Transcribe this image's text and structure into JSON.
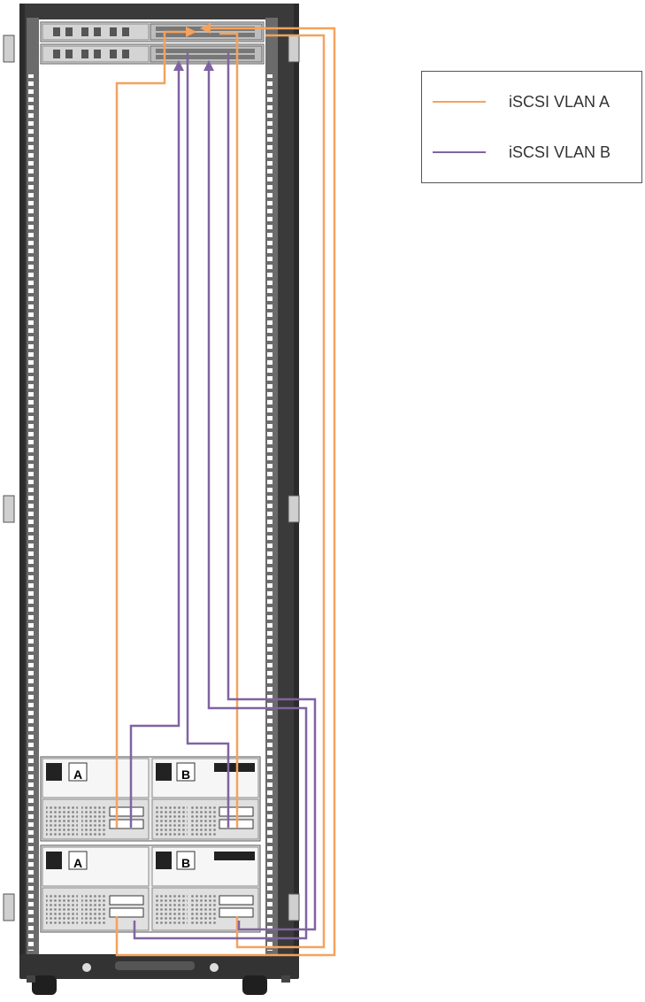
{
  "legend": {
    "items": [
      {
        "label": "iSCSI VLAN A",
        "color": "#f5a25d"
      },
      {
        "label": "iSCSI VLAN B",
        "color": "#8064a2"
      }
    ]
  },
  "storage": {
    "controller_a_label": "A",
    "controller_b_label": "B"
  },
  "colors": {
    "rack_frame": "#3a3a3a",
    "rack_post": "#6b6b6b",
    "switch_body": "#e8e8e8",
    "storage_body": "#ececec",
    "vlan_a": "#f5a25d",
    "vlan_b": "#8064a2"
  }
}
